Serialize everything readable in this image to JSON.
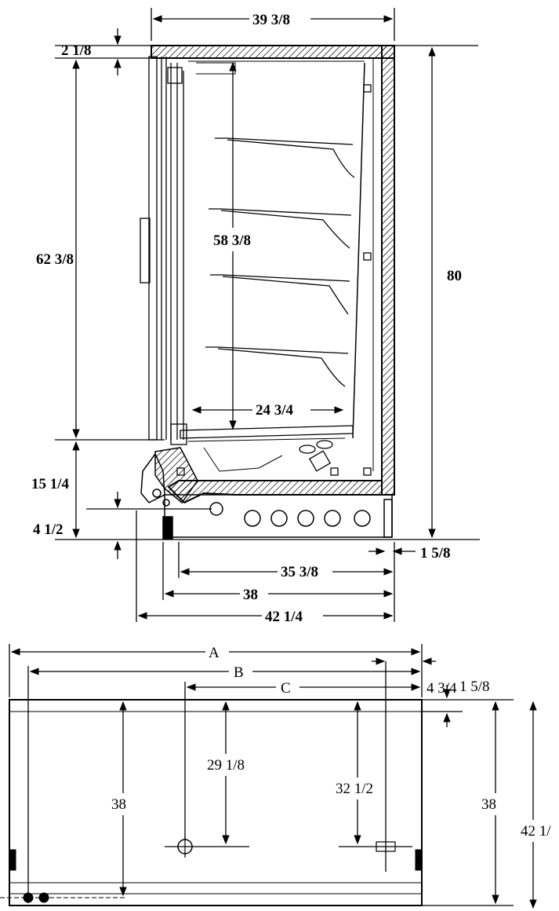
{
  "side_view": {
    "labels": {
      "top_width": "39 3/8",
      "top_gap": "2 1/8",
      "upper_height": "62 3/8",
      "interior_height": "58 3/8",
      "total_height": "80",
      "shelf_depth": "24 3/4",
      "base_height": "15 1/4",
      "toe_height": "4 1/2",
      "bumper_depth": "1 5/8",
      "base_depth": "35 3/8",
      "cabinet_depth": "38",
      "overall_depth": "42 1/4"
    }
  },
  "plan_view": {
    "labels": {
      "A": "A",
      "B": "B",
      "C": "C",
      "back_gap": "1 5/8",
      "left_depth": "38",
      "center_depth": "29 1/8",
      "right_depth": "32 1/2",
      "side_offset": "4 3/4",
      "right_depth_2": "38",
      "overall_depth": "42 1/"
    }
  },
  "colors": {
    "ink": "#000000",
    "paper": "#ffffff"
  }
}
